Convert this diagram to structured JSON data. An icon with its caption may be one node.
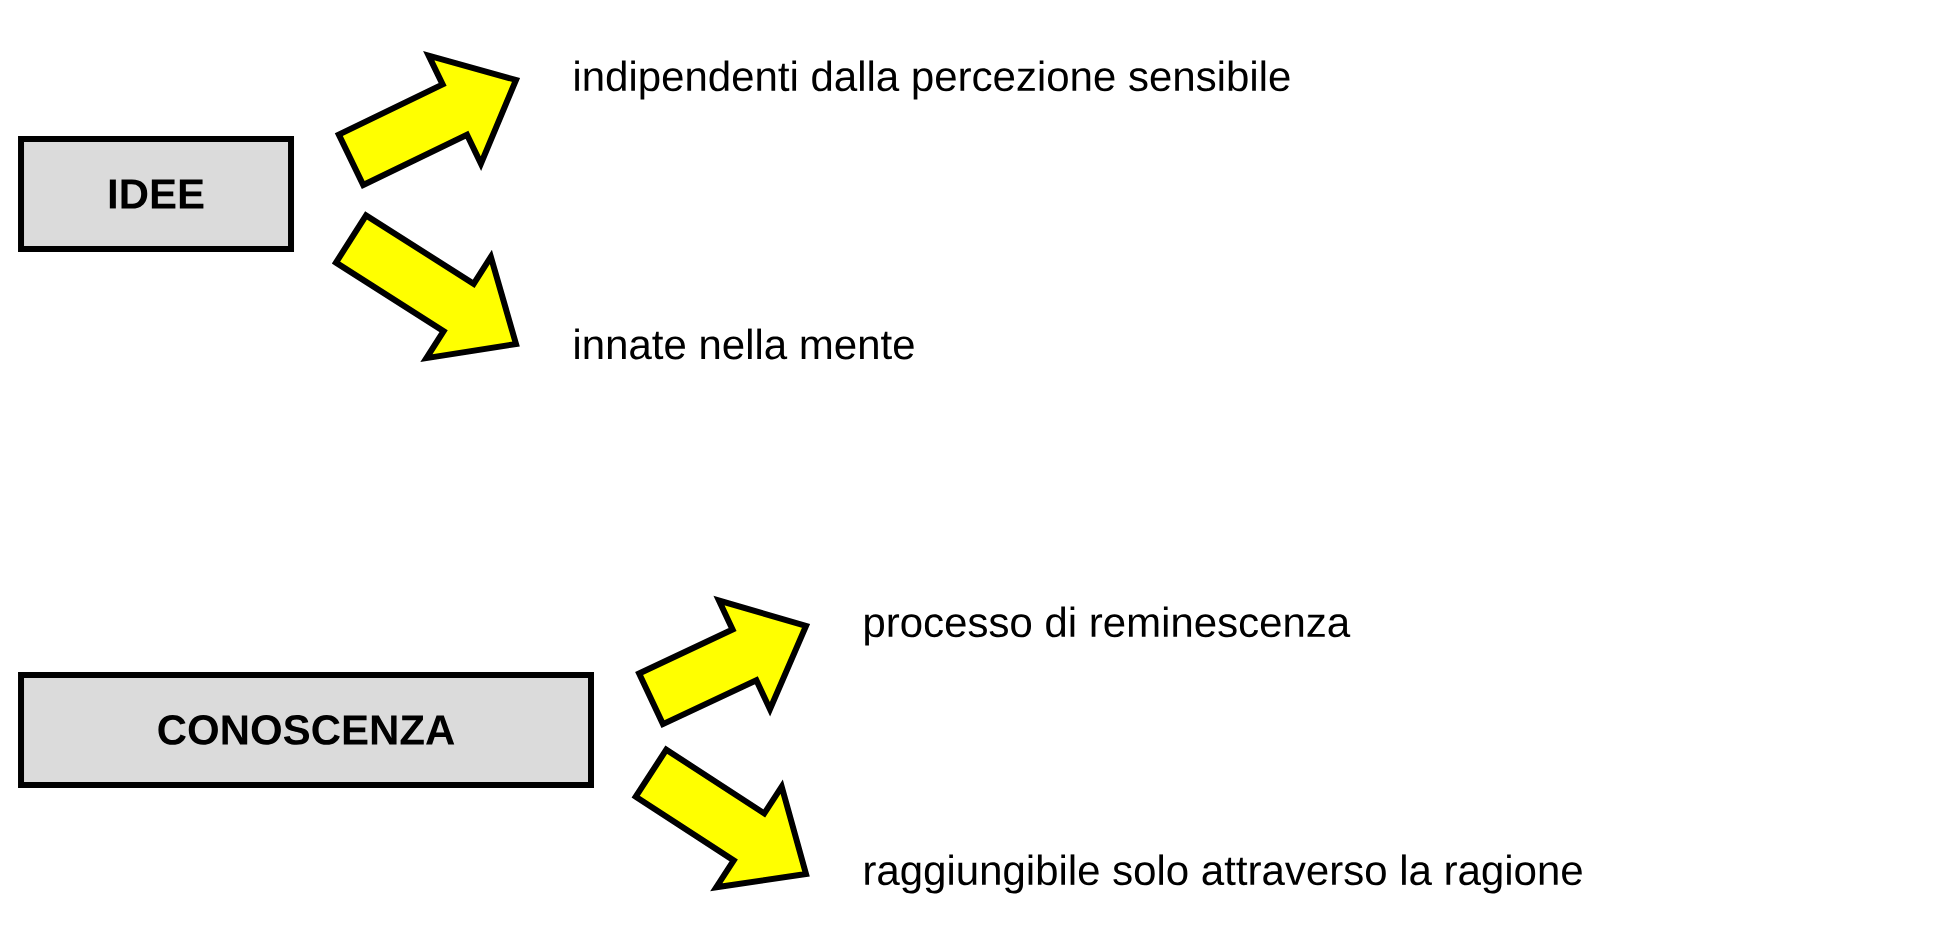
{
  "diagram": {
    "nodes": [
      {
        "text": [
          "IDEE"
        ]
      },
      {
        "text": [
          "indipendenti dalla percezione sensibile"
        ]
      },
      {
        "text": [
          "innate nella mente"
        ]
      },
      {
        "text": [
          "CONOSCENZA"
        ]
      },
      {
        "text": [
          "processo di reminescenza"
        ]
      },
      {
        "text": [
          "raggiungibile solo attraverso la ragione"
        ]
      }
    ],
    "edges": [
      {
        "from": 0,
        "to": 1,
        "arrow": "to"
      },
      {
        "from": 0,
        "to": 2,
        "arrow": "to"
      },
      {
        "from": 3,
        "to": 4,
        "arrow": "to"
      },
      {
        "from": 3,
        "to": 5,
        "arrow": "to"
      }
    ]
  }
}
